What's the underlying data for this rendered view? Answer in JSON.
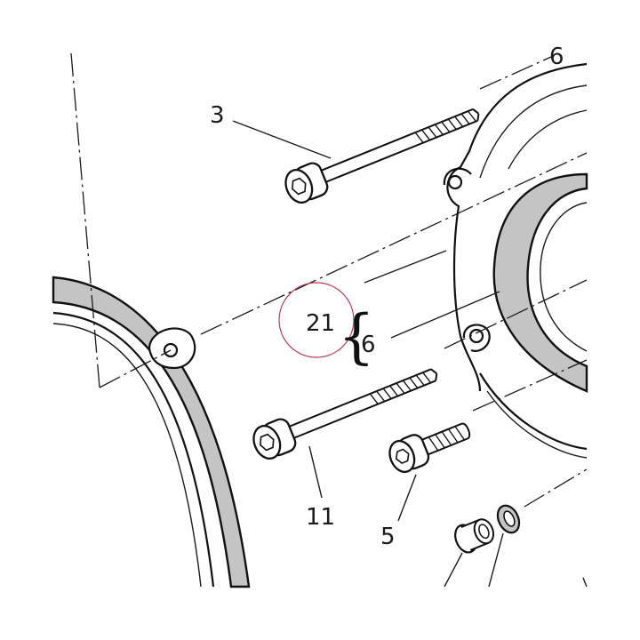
{
  "diagram": {
    "colors": {
      "line": "#111111",
      "gasket_fill": "#c4c4c4",
      "annotation_circle": "#b04050",
      "background": "#ffffff"
    },
    "labels": {
      "part_3": "3",
      "part_21": "21",
      "part_6": "6",
      "part_11": "11",
      "part_5": "5",
      "part_cut_top": "6",
      "brace": "{"
    }
  }
}
